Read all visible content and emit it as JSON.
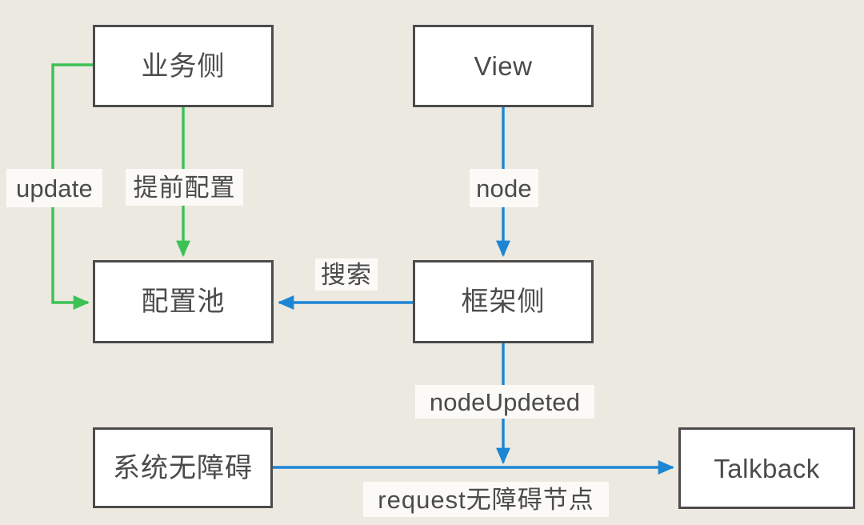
{
  "diagram": {
    "type": "flowchart",
    "background_color": "#ece9e1",
    "node_fill": "#ffffff",
    "node_border_color": "#4c4c4c",
    "edge_colors": {
      "green": "#3cc154",
      "blue": "#1c86d4"
    },
    "nodes": [
      {
        "id": "business",
        "label": "业务侧"
      },
      {
        "id": "view",
        "label": "View"
      },
      {
        "id": "configpool",
        "label": "配置池"
      },
      {
        "id": "framework",
        "label": "框架侧"
      },
      {
        "id": "sysa11y",
        "label": "系统无障碍"
      },
      {
        "id": "talkback",
        "label": "Talkback"
      }
    ],
    "edges": [
      {
        "id": "business-to-configpool-update",
        "from": "business",
        "to": "configpool",
        "label": "update",
        "color": "green",
        "routing": "left-elbow"
      },
      {
        "id": "business-to-configpool-config",
        "from": "business",
        "to": "configpool",
        "label": "提前配置",
        "color": "green",
        "routing": "vertical"
      },
      {
        "id": "view-to-framework",
        "from": "view",
        "to": "framework",
        "label": "node",
        "color": "blue",
        "routing": "vertical"
      },
      {
        "id": "framework-to-configpool",
        "from": "framework",
        "to": "configpool",
        "label": "搜索",
        "color": "blue",
        "routing": "horizontal-left"
      },
      {
        "id": "framework-to-a11y-line",
        "from": "framework",
        "to": "request-line",
        "label": "nodeUpdeted",
        "color": "blue",
        "routing": "vertical"
      },
      {
        "id": "sysa11y-to-talkback",
        "from": "sysa11y",
        "to": "talkback",
        "label": "request无障碍节点",
        "color": "blue",
        "routing": "horizontal-right"
      }
    ]
  }
}
